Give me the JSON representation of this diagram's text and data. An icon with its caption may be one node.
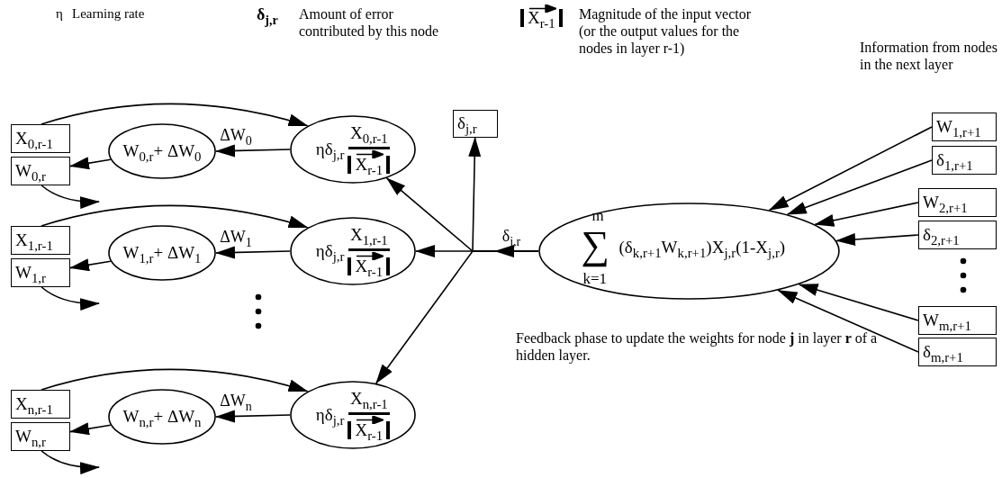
{
  "diagram": {
    "nodes": [
      {
        "text": [
          "X$_{0,r-1}$"
        ]
      },
      {
        "text": [
          "W$_{0,r}$"
        ]
      },
      {
        "text": [
          "W$_{0,r}$+ ΔW$_{0}$"
        ]
      },
      {
        "text": [
          "ηδ$_{j,r}$",
          "X$_{0,r-1}$",
          "X$_{r-1}$"
        ]
      },
      {
        "text": [
          "δ$_{j,r}$"
        ]
      },
      {
        "text": [
          "X$_{1,r-1}$"
        ]
      },
      {
        "text": [
          "W$_{1,r}$"
        ]
      },
      {
        "text": [
          "W$_{1,r}$+ ΔW$_{1}$"
        ]
      },
      {
        "text": [
          "ηδ$_{j,r}$",
          "X$_{1,r-1}$",
          "X$_{r-1}$"
        ]
      },
      {
        "text": [
          "X$_{n,r-1}$"
        ]
      },
      {
        "text": [
          "W$_{n,r}$"
        ]
      },
      {
        "text": [
          "W$_{n,r}$+ ΔW$_{n}$"
        ]
      },
      {
        "text": [
          "ηδ$_{j,r}$",
          "X$_{n,r-1}$",
          "X$_{r-1}$"
        ]
      },
      {
        "text": [
          "m",
          "∑",
          "k=1",
          "(δ$_{k,r+1}$W$_{k,r+1}$)X$_{j,r}$(1-X$_{j,r}$)"
        ]
      },
      {
        "text": [
          "W$_{1,r+1}$"
        ]
      },
      {
        "text": [
          "δ$_{1,r+1}$"
        ]
      },
      {
        "text": [
          "W$_{2,r+1}$"
        ]
      },
      {
        "text": [
          "δ$_{2,r+1}$"
        ]
      },
      {
        "text": [
          "W$_{m,r+1}$"
        ]
      },
      {
        "text": [
          "δ$_{m,r+1}$"
        ]
      }
    ],
    "edges": [
      {
        "from": 0,
        "to": 3,
        "arrow": "to"
      },
      {
        "from": 3,
        "to": 2,
        "arrow": "to",
        "label": "ΔW$_{0}$"
      },
      {
        "from": 2,
        "to": 1,
        "arrow": "to"
      },
      {
        "from": 1,
        "to": null,
        "arrow": "to"
      },
      {
        "from": 5,
        "to": 8,
        "arrow": "to"
      },
      {
        "from": 8,
        "to": 7,
        "arrow": "to",
        "label": "ΔW$_{1}$"
      },
      {
        "from": 7,
        "to": 6,
        "arrow": "to"
      },
      {
        "from": 6,
        "to": null,
        "arrow": "to"
      },
      {
        "from": 9,
        "to": 12,
        "arrow": "to"
      },
      {
        "from": 12,
        "to": 11,
        "arrow": "to",
        "label": "ΔW$_{n}$"
      },
      {
        "from": 11,
        "to": 10,
        "arrow": "to"
      },
      {
        "from": 10,
        "to": null,
        "arrow": "to"
      },
      {
        "from": 13,
        "to": 3,
        "arrow": "to"
      },
      {
        "from": 13,
        "to": 8,
        "arrow": "to",
        "label": "δ$_{j,r}$"
      },
      {
        "from": 13,
        "to": 12,
        "arrow": "to"
      },
      {
        "from": 13,
        "to": 4,
        "arrow": "to"
      },
      {
        "from": 14,
        "to": 13,
        "arrow": "to"
      },
      {
        "from": 15,
        "to": 13,
        "arrow": "to"
      },
      {
        "from": 16,
        "to": 13,
        "arrow": "to"
      },
      {
        "from": 17,
        "to": 13,
        "arrow": "to"
      },
      {
        "from": 18,
        "to": 13,
        "arrow": "to"
      },
      {
        "from": 19,
        "to": 13,
        "arrow": "to"
      }
    ],
    "labels": [
      "η",
      "Learning rate",
      "δ$_{j,r}$",
      "Amount of error contributed by this node",
      "X$_{r-1}$",
      "Magnitude of the input vector (or the output values for the nodes in layer r-1)",
      "Information from nodes in the next layer",
      "Feedback phase to update the weights for node **j** in layer **r** of a hidden layer."
    ]
  }
}
